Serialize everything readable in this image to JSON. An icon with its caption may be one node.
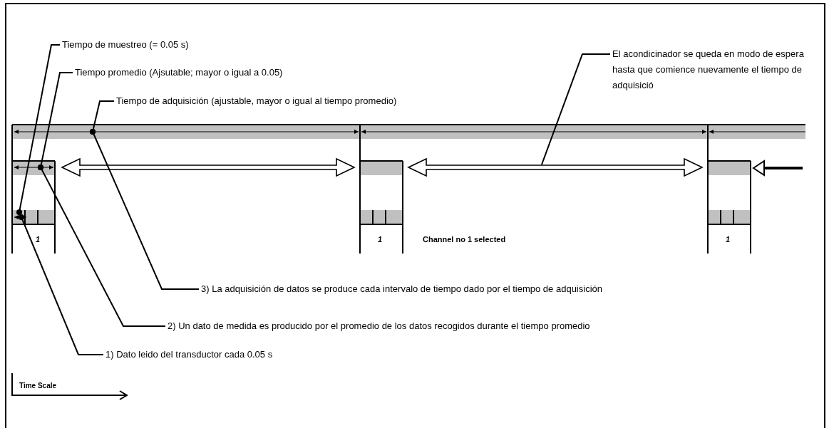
{
  "diagram": {
    "nodes": [
      {
        "text": [
          "Tiempo de muestreo (= 0.05 s)"
        ]
      },
      {
        "text": [
          "Tiempo promedio (Ajsutable; mayor o igual a 0.05)"
        ]
      },
      {
        "text": [
          "Tiempo de adquisición (ajustable, mayor o igual al tiempo promedio)"
        ]
      },
      {
        "text": [
          "El acondicinador se queda en modo de espera hasta que comience nuevamente el tiempo de adquisició"
        ]
      },
      {
        "text": [
          "3) La adquisición de datos se produce cada intervalo de tiempo dado por el tiempo de adquisición"
        ]
      },
      {
        "text": [
          "2) Un dato de medida es producido por el promedio de los datos recogidos durante el tiempo promedio"
        ]
      },
      {
        "text": [
          "1) Dato leido del transductor cada 0.05 s"
        ]
      },
      {
        "text": [],
        "shape": "arrow"
      },
      {
        "text": [],
        "shape": "arrow"
      },
      {
        "text": [],
        "shape": "arrow"
      },
      {
        "text": [],
        "shape": "arrow"
      },
      {
        "text": [],
        "shape": "arrow"
      }
    ],
    "edges": [
      {
        "from": 0,
        "to": 9,
        "arrow": "other"
      },
      {
        "from": 1,
        "to": 8,
        "arrow": "other"
      },
      {
        "from": 2,
        "to": 7,
        "arrow": "other"
      },
      {
        "from": 3,
        "to": 11,
        "arrow": "none"
      },
      {
        "from": 4,
        "to": 7,
        "arrow": "other"
      },
      {
        "from": 5,
        "to": 8,
        "arrow": "other"
      },
      {
        "from": 6,
        "to": 9,
        "arrow": "other"
      }
    ],
    "labels": [
      "1",
      "1",
      "1",
      "Channel no 1 selected",
      "Time Scale"
    ]
  }
}
